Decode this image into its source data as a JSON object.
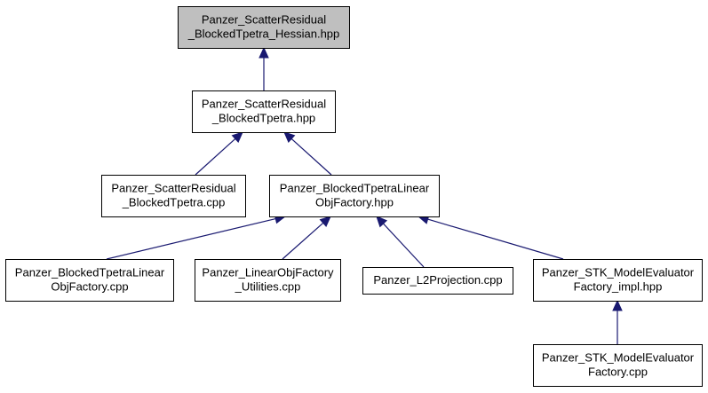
{
  "colors": {
    "edge": "#191970",
    "node_border": "#000000",
    "node_fill": "#ffffff",
    "highlight_fill": "#bfbfbf"
  },
  "nodes": [
    {
      "id": "n0",
      "lines": [
        "Panzer_ScatterResidual",
        "_BlockedTpetra_Hessian.hpp"
      ],
      "highlighted": true
    },
    {
      "id": "n1",
      "lines": [
        "Panzer_ScatterResidual",
        "_BlockedTpetra.hpp"
      ],
      "highlighted": false
    },
    {
      "id": "n2",
      "lines": [
        "Panzer_ScatterResidual",
        "_BlockedTpetra.cpp"
      ],
      "highlighted": false
    },
    {
      "id": "n3",
      "lines": [
        "Panzer_BlockedTpetraLinear",
        "ObjFactory.hpp"
      ],
      "highlighted": false
    },
    {
      "id": "n4",
      "lines": [
        "Panzer_BlockedTpetraLinear",
        "ObjFactory.cpp"
      ],
      "highlighted": false
    },
    {
      "id": "n5",
      "lines": [
        "Panzer_LinearObjFactory",
        "_Utilities.cpp"
      ],
      "highlighted": false
    },
    {
      "id": "n6",
      "lines": [
        "Panzer_L2Projection.cpp"
      ],
      "highlighted": false
    },
    {
      "id": "n7",
      "lines": [
        "Panzer_STK_ModelEvaluator",
        "Factory_impl.hpp"
      ],
      "highlighted": false
    },
    {
      "id": "n8",
      "lines": [
        "Panzer_STK_ModelEvaluator",
        "Factory.cpp"
      ],
      "highlighted": false
    }
  ],
  "edges": [
    {
      "from": "n1",
      "to": "n0"
    },
    {
      "from": "n2",
      "to": "n1"
    },
    {
      "from": "n3",
      "to": "n1"
    },
    {
      "from": "n4",
      "to": "n3"
    },
    {
      "from": "n5",
      "to": "n3"
    },
    {
      "from": "n6",
      "to": "n3"
    },
    {
      "from": "n7",
      "to": "n3"
    },
    {
      "from": "n8",
      "to": "n7"
    }
  ]
}
